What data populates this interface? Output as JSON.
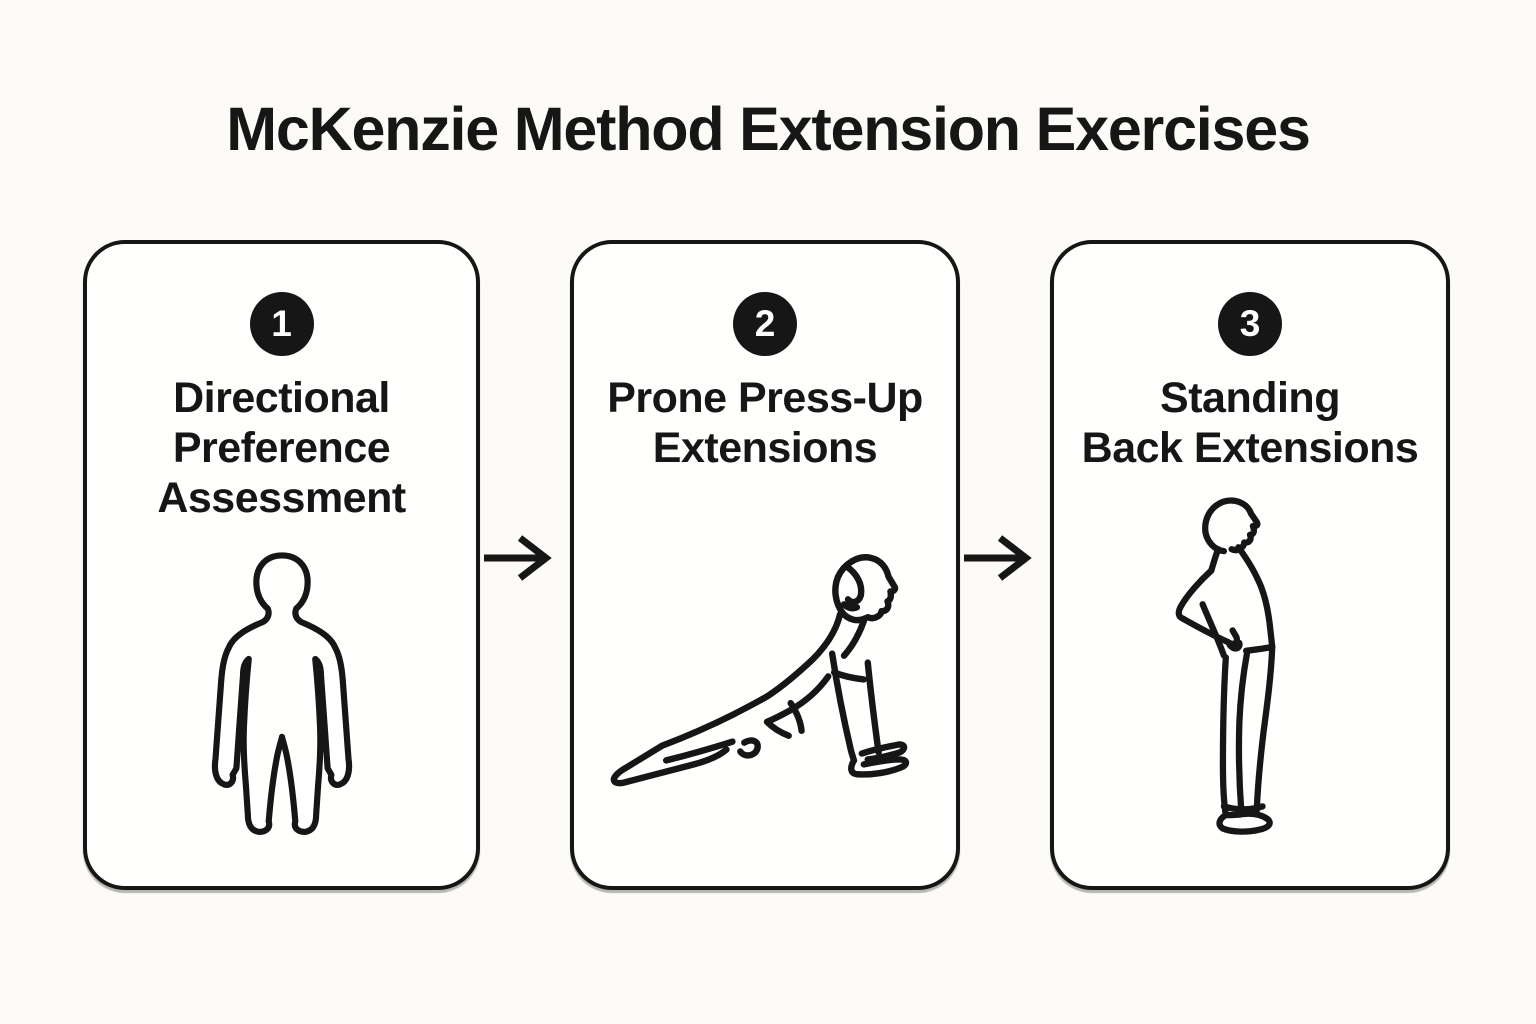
{
  "title": "McKenzie Method Extension Exercises",
  "steps": [
    {
      "number": "1",
      "label": "Directional Preference Assessment",
      "label_lines": [
        "Directional",
        "Preference",
        "Assessment"
      ],
      "icon": "standing-person-front-icon"
    },
    {
      "number": "2",
      "label": "Prone Press-Up Extensions",
      "label_lines": [
        "Prone Press-Up",
        "Extensions"
      ],
      "icon": "prone-press-up-person-icon"
    },
    {
      "number": "3",
      "label": "Standing Back Extensions",
      "label_lines": [
        "Standing",
        "Back Extensions"
      ],
      "icon": "standing-back-extension-person-icon"
    }
  ],
  "connectors": [
    {
      "type": "arrow-right"
    },
    {
      "type": "arrow-right"
    }
  ],
  "colors": {
    "ink": "#161616",
    "background": "#fcfbf8",
    "card_background": "#fffffe",
    "badge_background": "#161616",
    "badge_text": "#ffffff"
  }
}
